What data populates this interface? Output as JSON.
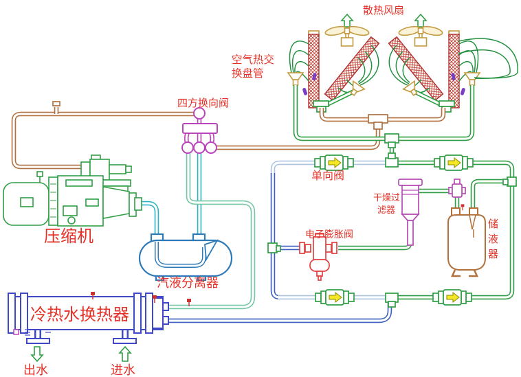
{
  "labels": {
    "fan": "散热风扇",
    "coil_line1": "空气热交",
    "coil_line2": "换盘管",
    "four_way_valve": "四方换向阀",
    "check_valve": "单向阀",
    "dry_filter_line1": "干燥过",
    "dry_filter_line2": "滤器",
    "receiver_char1": "储",
    "receiver_char2": "液",
    "receiver_char3": "器",
    "expansion_valve": "电子膨胀阀",
    "compressor": "压缩机",
    "separator": "汽液分离器",
    "water_heat_exchanger": "冷热水换热器",
    "water_out": "出水",
    "water_in": "进水"
  },
  "colors": {
    "label_red": "#e53228",
    "discharge_pipe_brown": "#b0703f",
    "suction_pipe_cyan": "#2fb3c4",
    "gas_pipe_pale_green": "#74c6a4",
    "circuit_green": "#2f9e44",
    "liquid_pipe_blue": "#3a5fc0",
    "pale_blue_line": "#aec4de",
    "four_way_valve_magenta": "#bb44bb",
    "filter_magenta": "#b44cb4",
    "receiver_brown": "#b0713a",
    "exchanger_blue": "#4148c8",
    "separator_blue": "#2e7ab8",
    "expansion_valve_red": "#e04040",
    "check_arrow_yellow": "#f5e626",
    "fan_tan": "#c49a3e",
    "coil_red": "#c0392b",
    "water_arrow_green": "#2f9e44",
    "sensor_purple": "#7a3fc1"
  }
}
